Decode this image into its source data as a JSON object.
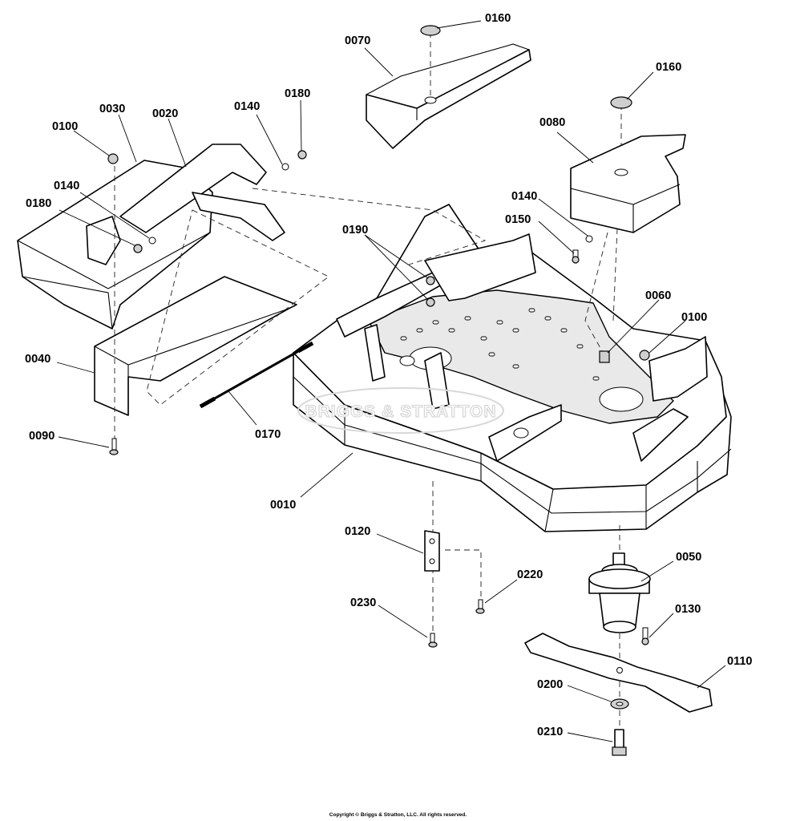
{
  "watermark": "BRIGGS & STRATTON",
  "copyright": "Copyright © Briggs & Stratton, LLC. All rights reserved.",
  "callouts": {
    "c0160a": "0160",
    "c0070": "0070",
    "c0160b": "0160",
    "c0080": "0080",
    "c0030": "0030",
    "c0020": "0020",
    "c0140a": "0140",
    "c0180a": "0180",
    "c0100a": "0100",
    "c0140b": "0140",
    "c0180b": "0180",
    "c0140c": "0140",
    "c0150": "0150",
    "c0190": "0190",
    "c0060": "0060",
    "c0100b": "0100",
    "c0040": "0040",
    "c0090": "0090",
    "c0170": "0170",
    "c0010": "0010",
    "c0120": "0120",
    "c0220": "0220",
    "c0230": "0230",
    "c0050": "0050",
    "c0130": "0130",
    "c0110": "0110",
    "c0200": "0200",
    "c0210": "0210"
  }
}
